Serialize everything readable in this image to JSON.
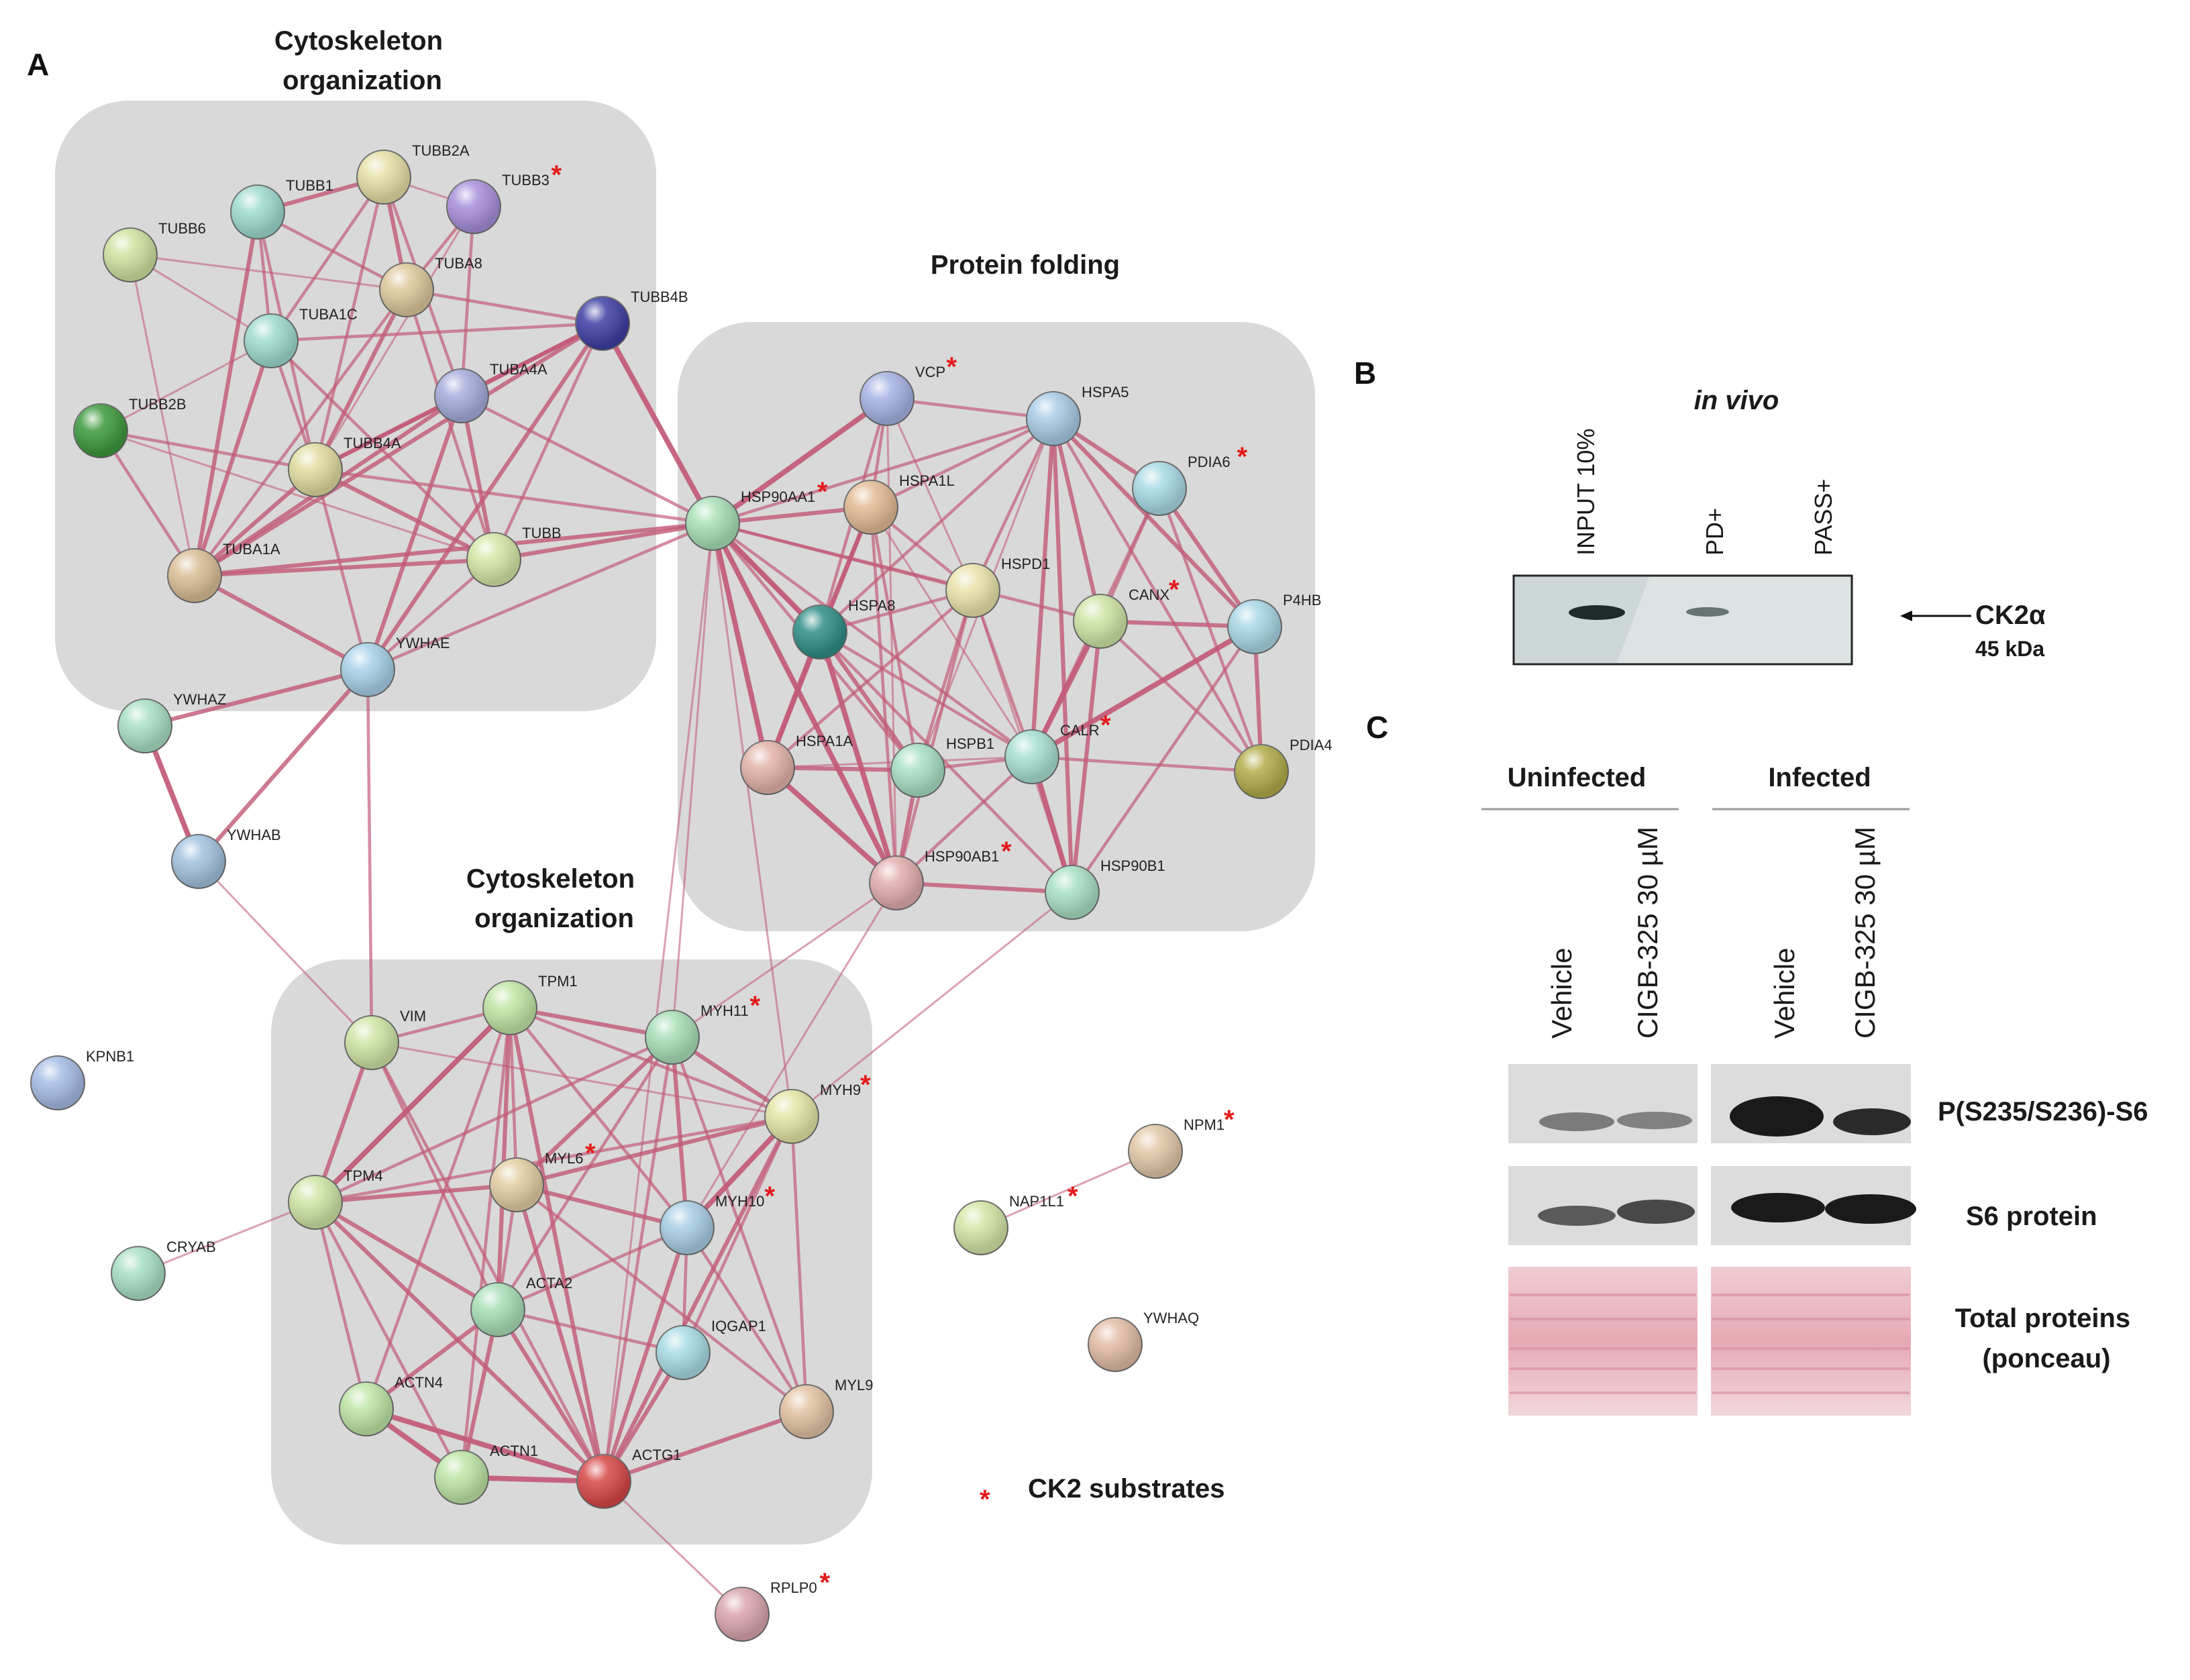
{
  "panels": {
    "a": "A",
    "b": "B",
    "c": "C"
  },
  "clusters": {
    "cyto_top": [
      "Cytoskeleton",
      "organization"
    ],
    "folding": [
      "Protein folding"
    ],
    "cyto_bottom": [
      "Cytoskeleton",
      "organization"
    ]
  },
  "colors": {
    "edge": "#c25a78",
    "box": "#d9d9d9",
    "star": "#e31b1b"
  },
  "nodes": [
    {
      "id": "TUBB2A",
      "color": "#e6e0a6",
      "star": false
    },
    {
      "id": "TUBB3",
      "color": "#a890dc",
      "star": true
    },
    {
      "id": "TUBB1",
      "color": "#9fdcd0",
      "star": false
    },
    {
      "id": "TUBB6",
      "color": "#cfe3a0",
      "star": false
    },
    {
      "id": "TUBA8",
      "color": "#ddc99c",
      "star": false
    },
    {
      "id": "TUBA1C",
      "color": "#9fdcd0",
      "star": false
    },
    {
      "id": "TUBB4B",
      "color": "#3e3fa4",
      "star": false
    },
    {
      "id": "TUBA4A",
      "color": "#a6addd",
      "star": false
    },
    {
      "id": "TUBB2B",
      "color": "#3d9a3d",
      "star": false
    },
    {
      "id": "TUBB4A",
      "color": "#e2dda0",
      "star": false
    },
    {
      "id": "TUBB",
      "color": "#d5e8a6",
      "star": false
    },
    {
      "id": "TUBA1A",
      "color": "#dbbf98",
      "star": false
    },
    {
      "id": "YWHAE",
      "color": "#a9d2ea",
      "star": false
    },
    {
      "id": "YWHAZ",
      "color": "#a9e0c4",
      "star": false
    },
    {
      "id": "YWHAB",
      "color": "#a3c3e0",
      "star": false
    },
    {
      "id": "VCP",
      "color": "#a6b4e4",
      "star": true
    },
    {
      "id": "HSPA5",
      "color": "#a9cce6",
      "star": false
    },
    {
      "id": "PDIA6",
      "color": "#a9dbe6",
      "star": true
    },
    {
      "id": "HSP90AA1",
      "color": "#a9e0b8",
      "star": true
    },
    {
      "id": "HSPA1L",
      "color": "#e3bc96",
      "star": false
    },
    {
      "id": "HSPD1",
      "color": "#ebe3aa",
      "star": false
    },
    {
      "id": "CANX",
      "color": "#cfe6a6",
      "star": true
    },
    {
      "id": "P4HB",
      "color": "#a9d8e6",
      "star": false
    },
    {
      "id": "HSPA8",
      "color": "#2f8f86",
      "star": false
    },
    {
      "id": "CALR",
      "color": "#a9e0d2",
      "star": true
    },
    {
      "id": "PDIA4",
      "color": "#b3ad4a",
      "star": false
    },
    {
      "id": "HSPA1A",
      "color": "#e3b3aa",
      "star": false
    },
    {
      "id": "HSPB1",
      "color": "#a9e0c4",
      "star": false
    },
    {
      "id": "HSP90AB1",
      "color": "#e3aeae",
      "star": true
    },
    {
      "id": "HSP90B1",
      "color": "#a9e0c4",
      "star": false
    },
    {
      "id": "VIM",
      "color": "#cfe6a6",
      "star": false
    },
    {
      "id": "TPM1",
      "color": "#c2e6a6",
      "star": false
    },
    {
      "id": "MYH11",
      "color": "#a9e0b8",
      "star": true
    },
    {
      "id": "MYH9",
      "color": "#e6e6a6",
      "star": true
    },
    {
      "id": "TPM4",
      "color": "#cfe6a6",
      "star": false
    },
    {
      "id": "MYL6",
      "color": "#e3cfa3",
      "star": true
    },
    {
      "id": "MYH10",
      "color": "#a9cfe6",
      "star": true
    },
    {
      "id": "ACTA2",
      "color": "#a9e0b8",
      "star": false
    },
    {
      "id": "IQGAP1",
      "color": "#a9dce6",
      "star": false
    },
    {
      "id": "ACTN4",
      "color": "#bfe6a6",
      "star": false
    },
    {
      "id": "MYL9",
      "color": "#e3c3a3",
      "star": false
    },
    {
      "id": "ACTN1",
      "color": "#bfe6a6",
      "star": false
    },
    {
      "id": "ACTG1",
      "color": "#d84848",
      "star": false
    },
    {
      "id": "KPNB1",
      "color": "#a6bde6",
      "star": false
    },
    {
      "id": "CRYAB",
      "color": "#a9e0c4",
      "star": false
    },
    {
      "id": "NAP1L1",
      "color": "#d5e6a6",
      "star": true
    },
    {
      "id": "NPM1",
      "color": "#e3c9a8",
      "star": true
    },
    {
      "id": "YWHAQ",
      "color": "#e3bca6",
      "star": false
    },
    {
      "id": "RPLP0",
      "color": "#dba6ae",
      "star": true
    }
  ],
  "edges": [
    [
      "TUBB2A",
      "TUBB1",
      3
    ],
    [
      "TUBB2A",
      "TUBA8",
      3
    ],
    [
      "TUBB2A",
      "TUBA1C",
      2
    ],
    [
      "TUBB2A",
      "TUBA4A",
      2
    ],
    [
      "TUBB2A",
      "TUBB4A",
      2
    ],
    [
      "TUBB2A",
      "TUBB3",
      1
    ],
    [
      "TUBB1",
      "TUBA1C",
      2
    ],
    [
      "TUBB1",
      "TUBA8",
      2
    ],
    [
      "TUBB1",
      "TUBA1A",
      3
    ],
    [
      "TUBB1",
      "TUBB4A",
      2
    ],
    [
      "TUBB6",
      "TUBA1C",
      1
    ],
    [
      "TUBB6",
      "TUBA1A",
      1
    ],
    [
      "TUBB6",
      "TUBA8",
      1
    ],
    [
      "TUBB3",
      "TUBA8",
      2
    ],
    [
      "TUBB3",
      "TUBA4A",
      2
    ],
    [
      "TUBB3",
      "TUBB4A",
      1
    ],
    [
      "TUBA8",
      "TUBB4A",
      3
    ],
    [
      "TUBA8",
      "TUBB",
      2
    ],
    [
      "TUBA8",
      "TUBB4B",
      2
    ],
    [
      "TUBA8",
      "TUBA1A",
      2
    ],
    [
      "TUBA1C",
      "TUBB4A",
      2
    ],
    [
      "TUBA1C",
      "TUBB4B",
      2
    ],
    [
      "TUBA1C",
      "TUBB2B",
      1
    ],
    [
      "TUBA1C",
      "TUBB",
      2
    ],
    [
      "TUBA1C",
      "TUBA1A",
      3
    ],
    [
      "TUBB4B",
      "TUBA4A",
      3
    ],
    [
      "TUBB4B",
      "TUBB4A",
      3
    ],
    [
      "TUBB4B",
      "TUBA1A",
      3
    ],
    [
      "TUBB4B",
      "HSP90AA1",
      4
    ],
    [
      "TUBB4B",
      "YWHAE",
      3
    ],
    [
      "TUBB4B",
      "TUBB",
      2
    ],
    [
      "TUBA4A",
      "TUBB4A",
      3
    ],
    [
      "TUBA4A",
      "TUBB",
      3
    ],
    [
      "TUBA4A",
      "TUBA1A",
      3
    ],
    [
      "TUBA4A",
      "YWHAE",
      3
    ],
    [
      "TUBA4A",
      "HSP90AA1",
      2
    ],
    [
      "TUBB2B",
      "TUBA1A",
      2
    ],
    [
      "TUBB2B",
      "TUBB4A",
      2
    ],
    [
      "TUBB2B",
      "TUBB",
      1
    ],
    [
      "TUBB4A",
      "TUBA1A",
      3
    ],
    [
      "TUBB4A",
      "TUBB",
      3
    ],
    [
      "TUBB4A",
      "YWHAE",
      2
    ],
    [
      "TUBB4A",
      "HSP90AA1",
      2
    ],
    [
      "TUBB",
      "TUBA1A",
      3
    ],
    [
      "TUBB",
      "HSP90AA1",
      3
    ],
    [
      "TUBB",
      "YWHAE",
      2
    ],
    [
      "TUBA1A",
      "YWHAE",
      3
    ],
    [
      "TUBA1A",
      "HSP90AA1",
      3
    ],
    [
      "YWHAE",
      "YWHAZ",
      3
    ],
    [
      "YWHAE",
      "YWHAB",
      3
    ],
    [
      "YWHAE",
      "VIM",
      2
    ],
    [
      "YWHAE",
      "HSP90AA1",
      2
    ],
    [
      "YWHAZ",
      "YWHAB",
      4
    ],
    [
      "YWHAB",
      "VIM",
      1
    ],
    [
      "HSP90AA1",
      "VCP",
      4
    ],
    [
      "HSP90AA1",
      "HSPA5",
      2
    ],
    [
      "HSP90AA1",
      "HSPA1L",
      3
    ],
    [
      "HSP90AA1",
      "HSPD1",
      2
    ],
    [
      "HSP90AA1",
      "HSPA8",
      4
    ],
    [
      "HSP90AA1",
      "HSPA1A",
      4
    ],
    [
      "HSP90AA1",
      "HSPB1",
      2
    ],
    [
      "HSP90AA1",
      "HSP90AB1",
      4
    ],
    [
      "HSP90AA1",
      "CALR",
      2
    ],
    [
      "HSP90AA1",
      "HSP90B1",
      2
    ],
    [
      "HSP90AA1",
      "CANX",
      2
    ],
    [
      "HSP90AA1",
      "MYH9",
      1
    ],
    [
      "HSP90AA1",
      "MYH11",
      1
    ],
    [
      "HSP90AA1",
      "ACTG1",
      1
    ],
    [
      "VCP",
      "HSPA5",
      2
    ],
    [
      "VCP",
      "HSPA1L",
      2
    ],
    [
      "VCP",
      "HSPD1",
      1
    ],
    [
      "VCP",
      "HSPA8",
      2
    ],
    [
      "VCP",
      "HSP90AB1",
      1
    ],
    [
      "HSPA5",
      "PDIA6",
      3
    ],
    [
      "HSPA5",
      "HSPA1L",
      2
    ],
    [
      "HSPA5",
      "HSPD1",
      2
    ],
    [
      "HSPA5",
      "CANX",
      3
    ],
    [
      "HSPA5",
      "CALR",
      3
    ],
    [
      "HSPA5",
      "HSP90B1",
      3
    ],
    [
      "HSPA5",
      "P4HB",
      3
    ],
    [
      "HSPA5",
      "PDIA4",
      2
    ],
    [
      "HSPA5",
      "HSPA8",
      2
    ],
    [
      "HSPA5",
      "HSPB1",
      1
    ],
    [
      "PDIA6",
      "P4HB",
      3
    ],
    [
      "PDIA6",
      "PDIA4",
      2
    ],
    [
      "PDIA6",
      "CALR",
      2
    ],
    [
      "PDIA6",
      "CANX",
      2
    ],
    [
      "HSPA1L",
      "HSPA8",
      3
    ],
    [
      "HSPA1L",
      "HSPD1",
      2
    ],
    [
      "HSPA1L",
      "HSPA1A",
      3
    ],
    [
      "HSPA1L",
      "HSP90AB1",
      2
    ],
    [
      "HSPA1L",
      "HSPB1",
      2
    ],
    [
      "HSPA1L",
      "CALR",
      1
    ],
    [
      "HSPD1",
      "HSPA8",
      2
    ],
    [
      "HSPD1",
      "HSPA1A",
      2
    ],
    [
      "HSPD1",
      "HSP90AB1",
      2
    ],
    [
      "HSPD1",
      "HSPB1",
      2
    ],
    [
      "HSPD1",
      "CALR",
      2
    ],
    [
      "HSPD1",
      "HSP90B1",
      1
    ],
    [
      "CANX",
      "CALR",
      4
    ],
    [
      "CANX",
      "P4HB",
      3
    ],
    [
      "CANX",
      "PDIA4",
      2
    ],
    [
      "CANX",
      "HSP90B1",
      3
    ],
    [
      "P4HB",
      "CALR",
      4
    ],
    [
      "P4HB",
      "PDIA4",
      3
    ],
    [
      "P4HB",
      "HSP90B1",
      2
    ],
    [
      "HSPA8",
      "HSPA1A",
      4
    ],
    [
      "HSPA8",
      "HSPB1",
      3
    ],
    [
      "HSPA8",
      "HSP90AB1",
      4
    ],
    [
      "HSPA8",
      "CALR",
      2
    ],
    [
      "CALR",
      "HSP90B1",
      4
    ],
    [
      "CALR",
      "HSPB1",
      2
    ],
    [
      "CALR",
      "PDIA4",
      2
    ],
    [
      "CALR",
      "HSPA1A",
      1
    ],
    [
      "HSPA1A",
      "HSPB1",
      3
    ],
    [
      "HSPA1A",
      "HSP90AB1",
      4
    ],
    [
      "HSPB1",
      "HSP90AB1",
      3
    ],
    [
      "HSP90AB1",
      "HSP90B1",
      3
    ],
    [
      "HSP90AB1",
      "CALR",
      2
    ],
    [
      "HSP90AB1",
      "MYH11",
      1
    ],
    [
      "HSP90AB1",
      "MYH10",
      1
    ],
    [
      "HSP90B1",
      "MYH9",
      1
    ],
    [
      "VIM",
      "TPM1",
      2
    ],
    [
      "VIM",
      "TPM4",
      3
    ],
    [
      "VIM",
      "ACTA2",
      2
    ],
    [
      "VIM",
      "ACTG1",
      2
    ],
    [
      "VIM",
      "MYH9",
      1
    ],
    [
      "TPM1",
      "MYH11",
      3
    ],
    [
      "TPM1",
      "TPM4",
      4
    ],
    [
      "TPM1",
      "MYL6",
      2
    ],
    [
      "TPM1",
      "ACTA2",
      3
    ],
    [
      "TPM1",
      "ACTG1",
      3
    ],
    [
      "TPM1",
      "MYH9",
      2
    ],
    [
      "TPM1",
      "MYH10",
      2
    ],
    [
      "TPM1",
      "ACTN4",
      2
    ],
    [
      "TPM1",
      "ACTN1",
      2
    ],
    [
      "MYH11",
      "MYL6",
      3
    ],
    [
      "MYH11",
      "MYH9",
      3
    ],
    [
      "MYH11",
      "MYH10",
      3
    ],
    [
      "MYH11",
      "ACTA2",
      2
    ],
    [
      "MYH11",
      "ACTG1",
      2
    ],
    [
      "MYH11",
      "TPM4",
      2
    ],
    [
      "MYH11",
      "MYL9",
      2
    ],
    [
      "MYH9",
      "MYL6",
      3
    ],
    [
      "MYH9",
      "MYH10",
      4
    ],
    [
      "MYH9",
      "TPM4",
      2
    ],
    [
      "MYH9",
      "ACTG1",
      3
    ],
    [
      "MYH9",
      "IQGAP1",
      2
    ],
    [
      "MYH9",
      "MYL9",
      2
    ],
    [
      "TPM4",
      "MYL6",
      3
    ],
    [
      "TPM4",
      "ACTA2",
      3
    ],
    [
      "TPM4",
      "ACTN4",
      2
    ],
    [
      "TPM4",
      "ACTN1",
      2
    ],
    [
      "TPM4",
      "ACTG1",
      3
    ],
    [
      "TPM4",
      "CRYAB",
      1
    ],
    [
      "MYL6",
      "MYH10",
      3
    ],
    [
      "MYL6",
      "ACTA2",
      2
    ],
    [
      "MYL6",
      "ACTG1",
      3
    ],
    [
      "MYL6",
      "MYL9",
      2
    ],
    [
      "MYH10",
      "ACTA2",
      2
    ],
    [
      "MYH10",
      "IQGAP1",
      2
    ],
    [
      "MYH10",
      "ACTG1",
      3
    ],
    [
      "MYH10",
      "MYL9",
      2
    ],
    [
      "ACTA2",
      "ACTN4",
      3
    ],
    [
      "ACTA2",
      "ACTN1",
      3
    ],
    [
      "ACTA2",
      "ACTG1",
      3
    ],
    [
      "ACTA2",
      "IQGAP1",
      2
    ],
    [
      "IQGAP1",
      "ACTG1",
      3
    ],
    [
      "ACTN4",
      "ACTN1",
      4
    ],
    [
      "ACTN4",
      "ACTG1",
      4
    ],
    [
      "ACTN1",
      "ACTG1",
      4
    ],
    [
      "MYL9",
      "ACTG1",
      3
    ],
    [
      "ACTG1",
      "RPLP0",
      1
    ],
    [
      "NAP1L1",
      "NPM1",
      1
    ]
  ],
  "legend": {
    "label": "CK2 substrates"
  },
  "blot_b": {
    "title": "in vivo",
    "lanes": [
      "INPUT 10%",
      "PD+",
      "PASS+"
    ],
    "band_label": "CK2α",
    "mw": "45 kDa"
  },
  "blot_c": {
    "groups": [
      "Uninfected",
      "Infected"
    ],
    "lanes": [
      "Vehicle",
      "CIGB-325 30 µM",
      "Vehicle",
      "CIGB-325 30 µM"
    ],
    "rows": [
      "P(S235/S236)-S6",
      "S6 protein"
    ],
    "ponceau": [
      "Total proteins",
      "(ponceau)"
    ]
  }
}
